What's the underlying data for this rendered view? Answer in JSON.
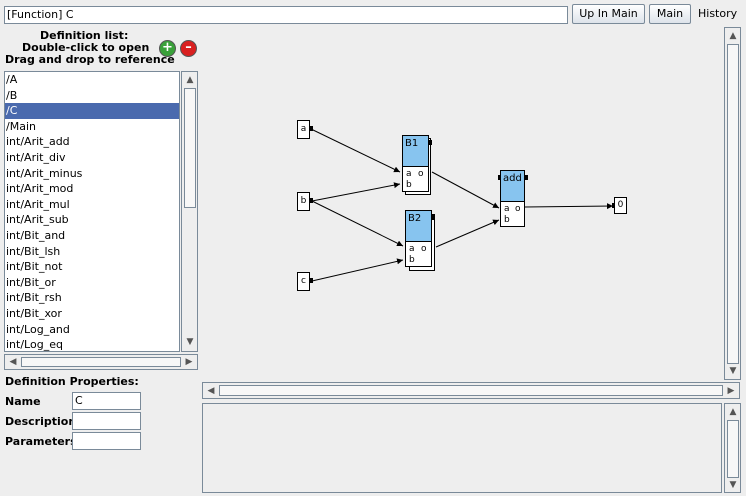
{
  "toolbar": {
    "title_value": "[Function] C",
    "up_label": "Up In Main",
    "main_label": "Main",
    "history_label": "History"
  },
  "sidebar": {
    "hint1": "Definition list:",
    "hint2": "Double-click to open",
    "hint3": "Drag and drop to reference",
    "add_glyph": "+",
    "remove_glyph": "–",
    "items": [
      {
        "label": "/A",
        "selected": false
      },
      {
        "label": "/B",
        "selected": false
      },
      {
        "label": "/C",
        "selected": true
      },
      {
        "label": "/Main",
        "selected": false
      },
      {
        "label": "int/Arit_add",
        "selected": false
      },
      {
        "label": "int/Arit_div",
        "selected": false
      },
      {
        "label": "int/Arit_minus",
        "selected": false
      },
      {
        "label": "int/Arit_mod",
        "selected": false
      },
      {
        "label": "int/Arit_mul",
        "selected": false
      },
      {
        "label": "int/Arit_sub",
        "selected": false
      },
      {
        "label": "int/Bit_and",
        "selected": false
      },
      {
        "label": "int/Bit_lsh",
        "selected": false
      },
      {
        "label": "int/Bit_not",
        "selected": false
      },
      {
        "label": "int/Bit_or",
        "selected": false
      },
      {
        "label": "int/Bit_rsh",
        "selected": false
      },
      {
        "label": "int/Bit_xor",
        "selected": false
      },
      {
        "label": "int/Log_and",
        "selected": false
      },
      {
        "label": "int/Log_eq",
        "selected": false
      }
    ]
  },
  "properties": {
    "title": "Definition Properties:",
    "name_label": "Name",
    "name_value": "C",
    "description_label": "Description",
    "description_value": "",
    "parameters_label": "Parameters",
    "parameters_value": ""
  },
  "graph": {
    "input_a": "a",
    "input_b": "b",
    "input_c": "c",
    "output": "0",
    "b1": {
      "title": "B1",
      "port_a": "a",
      "port_b": "b",
      "port_o": "o"
    },
    "b2": {
      "title": "B2",
      "port_a": "a",
      "port_b": "b",
      "port_o": "o"
    },
    "add": {
      "title": "add",
      "port_a": "a",
      "port_b": "b",
      "port_o": "o"
    }
  },
  "colors": {
    "selection": "#4a6aae",
    "block_header": "#87c4ef",
    "add_button": "#3aa13a",
    "remove_button": "#d92020"
  }
}
